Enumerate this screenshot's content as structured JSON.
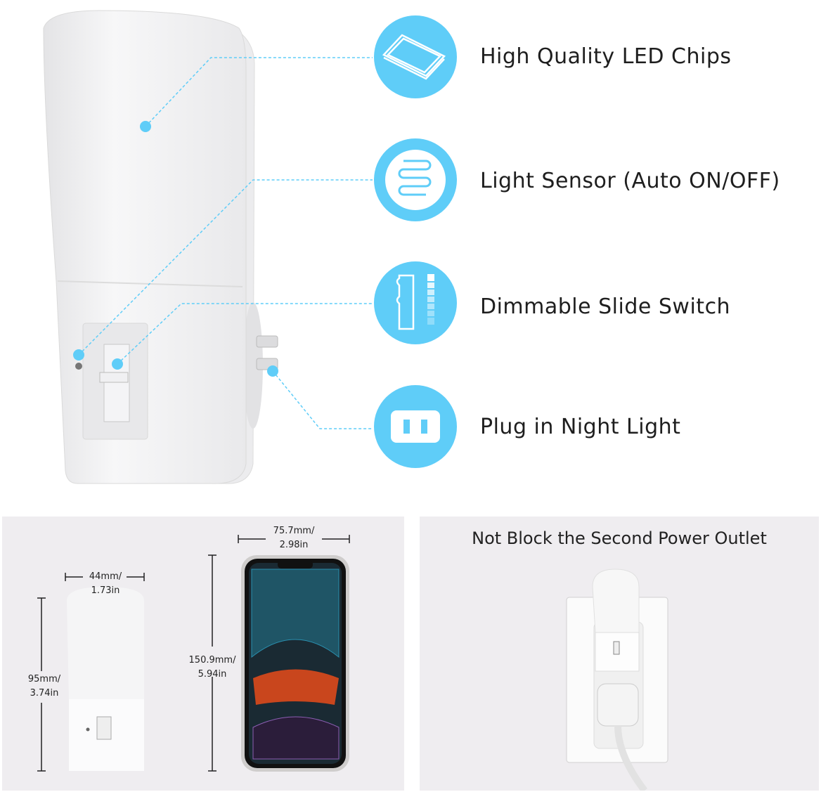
{
  "features": [
    {
      "label": "High Quality LED Chips",
      "icon": "led-chip-icon"
    },
    {
      "label": "Light Sensor (Auto ON/OFF)",
      "icon": "light-sensor-icon"
    },
    {
      "label": "Dimmable Slide Switch",
      "icon": "slide-switch-icon"
    },
    {
      "label": "Plug in Night Light",
      "icon": "outlet-icon"
    }
  ],
  "dimensions": {
    "light_width": "44mm/\n1.73in",
    "light_width_mm": "44mm/",
    "light_width_in": "1.73in",
    "light_height_mm": "95mm/",
    "light_height_in": "3.74in",
    "phone_width_mm": "75.7mm/",
    "phone_width_in": "2.98in",
    "phone_height_mm": "150.9mm/",
    "phone_height_in": "5.94in"
  },
  "outlet_panel": {
    "title": "Not Block the Second Power Outlet"
  },
  "colors": {
    "accent": "#5fcdf8",
    "panel": "#efedf0"
  }
}
